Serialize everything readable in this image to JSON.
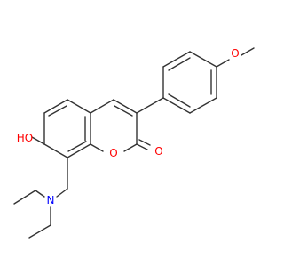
{
  "molecule": {
    "atoms": {
      "methoxy_oxygen": "O",
      "hydroxyl_group": "HO",
      "ring_oxygen": "O",
      "carbonyl_oxygen": "O",
      "amine_nitrogen": "N"
    },
    "colors": {
      "bond": "#333333",
      "oxygen": "#ff0000",
      "nitrogen": "#0000ff",
      "background": "#ffffff"
    }
  }
}
